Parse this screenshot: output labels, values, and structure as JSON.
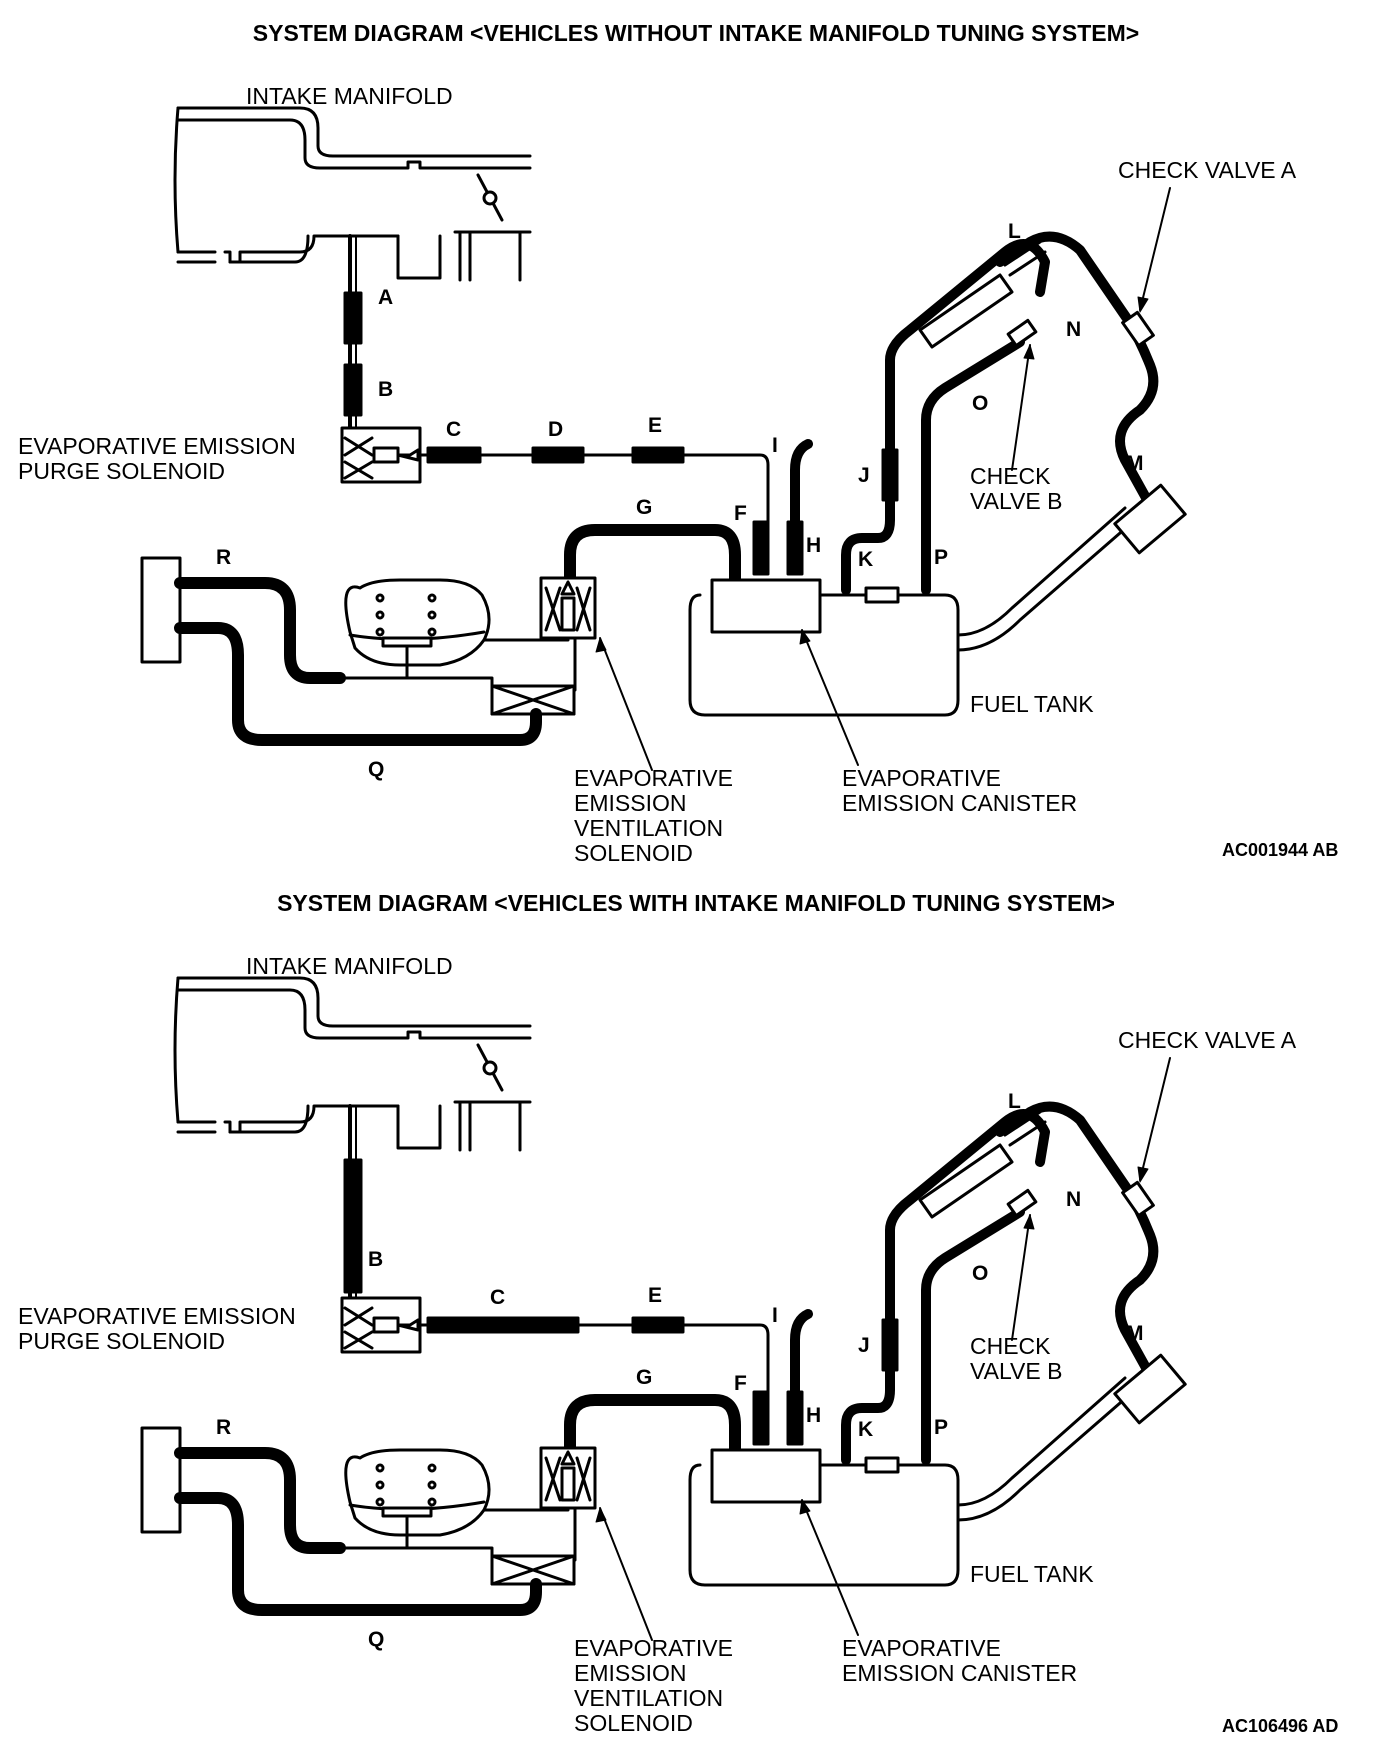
{
  "diagrams": [
    {
      "title": "SYSTEM DIAGRAM <VEHICLES WITHOUT INTAKE MANIFOLD TUNING SYSTEM>",
      "code": "AC001944 AB",
      "components": {
        "intake_manifold": "INTAKE MANIFOLD",
        "check_valve_a": "CHECK VALVE A",
        "check_valve_b": [
          "CHECK",
          "VALVE B"
        ],
        "purge_solenoid": [
          "EVAPORATIVE EMISSION",
          "PURGE SOLENOID"
        ],
        "ventilation_solenoid": [
          "EVAPORATIVE",
          "EMISSION",
          "VENTILATION",
          "SOLENOID"
        ],
        "canister": [
          "EVAPORATIVE",
          "EMISSION CANISTER"
        ],
        "fuel_tank": "FUEL TANK"
      },
      "hose_labels": [
        "A",
        "B",
        "C",
        "D",
        "E",
        "F",
        "G",
        "H",
        "I",
        "J",
        "K",
        "L",
        "M",
        "N",
        "O",
        "P",
        "Q",
        "R"
      ]
    },
    {
      "title": "SYSTEM DIAGRAM <VEHICLES WITH INTAKE MANIFOLD TUNING SYSTEM>",
      "code": "AC106496 AD",
      "components": {
        "intake_manifold": "INTAKE MANIFOLD",
        "check_valve_a": "CHECK VALVE A",
        "check_valve_b": [
          "CHECK",
          "VALVE B"
        ],
        "purge_solenoid": [
          "EVAPORATIVE EMISSION",
          "PURGE SOLENOID"
        ],
        "ventilation_solenoid": [
          "EVAPORATIVE",
          "EMISSION",
          "VENTILATION",
          "SOLENOID"
        ],
        "canister": [
          "EVAPORATIVE",
          "EMISSION CANISTER"
        ],
        "fuel_tank": "FUEL TANK"
      },
      "hose_labels": [
        "B",
        "C",
        "E",
        "F",
        "G",
        "H",
        "I",
        "J",
        "K",
        "L",
        "M",
        "N",
        "O",
        "P",
        "Q",
        "R"
      ]
    }
  ]
}
